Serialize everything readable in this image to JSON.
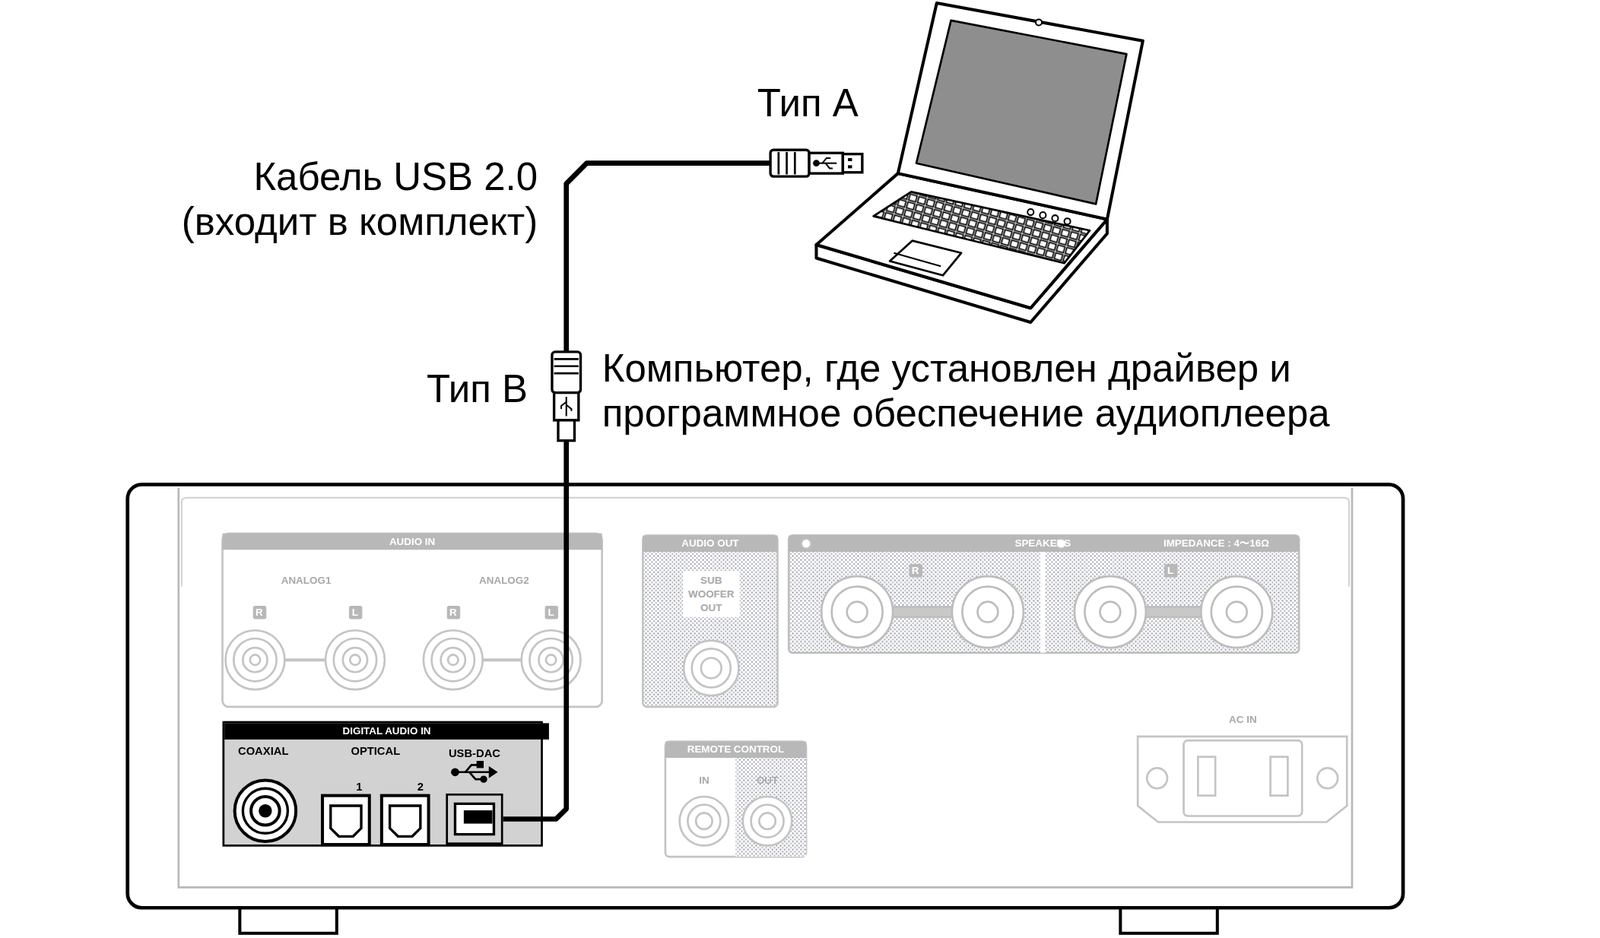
{
  "diagram": {
    "nodes": [
      {
        "text": [
          "Компьютер, где установлен драйвер и программное обеспечение аудиоплеера"
        ]
      },
      {
        "text": [
          "DIGITAL AUDIO IN"
        ]
      },
      {
        "text": [
          "USB-DAC"
        ],
        "in": 1
      }
    ],
    "edges": [
      {
        "from": 0,
        "to": 2,
        "arrow": "none",
        "label": "Кабель USB 2.0 (входит в комплект)"
      }
    ],
    "labels": [
      "Тип A",
      "Тип B",
      "AUDIO IN",
      "ANALOG1",
      "ANALOG2",
      "R",
      "L",
      "R",
      "L",
      "AUDIO OUT",
      "SUB WOOFER OUT",
      "SPEAKERS",
      "IMPEDANCE : 4〜16Ω",
      "R",
      "L",
      "COAXIAL",
      "OPTICAL",
      "1",
      "2",
      "REMOTE CONTROL",
      "IN",
      "OUT",
      "AC IN"
    ]
  }
}
